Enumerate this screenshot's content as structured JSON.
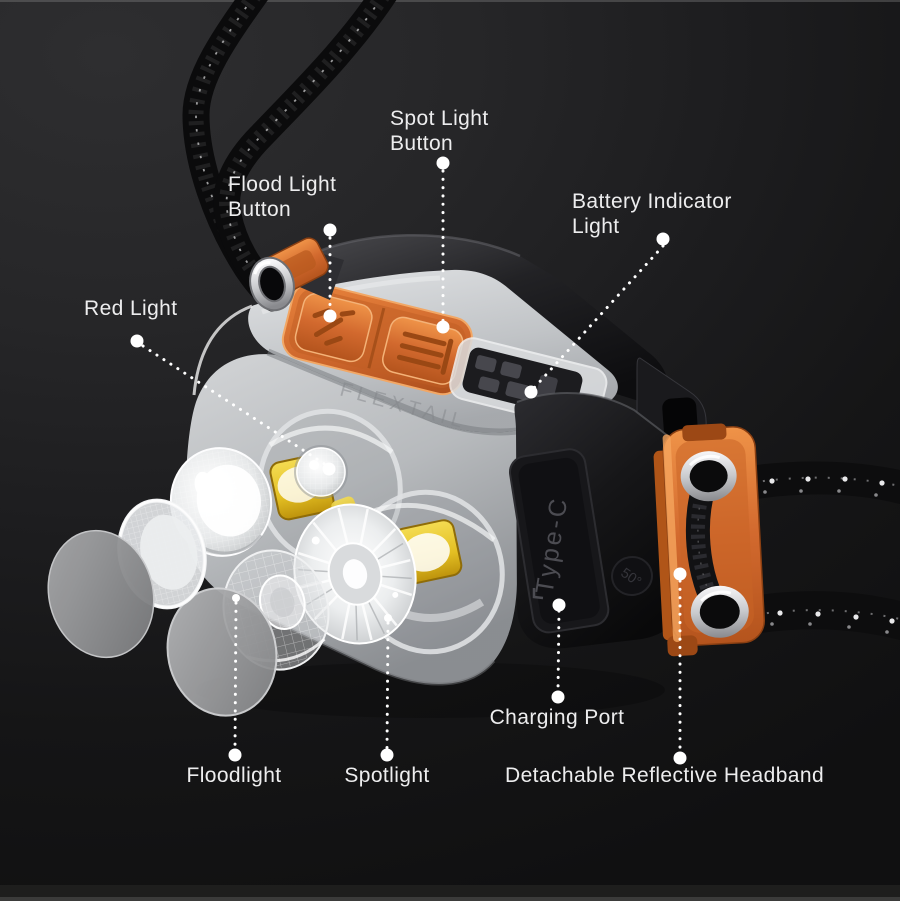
{
  "colors": {
    "background_top": "#2e2e30",
    "background_bottom": "#101011",
    "accent_orange": "#d2692e",
    "led_yellow": "#e7c832",
    "label_text": "#ededee",
    "leader_dot": "#ffffff"
  },
  "callouts": {
    "spot_light_button": {
      "lines": [
        "Spot Light",
        "Button"
      ]
    },
    "flood_light_button": {
      "lines": [
        "Flood Light",
        "Button"
      ]
    },
    "battery_indicator_light": {
      "lines": [
        "Battery Indicator",
        "Light"
      ]
    },
    "red_light": {
      "lines": [
        "Red Light"
      ]
    },
    "charging_port": {
      "lines": [
        "Charging Port"
      ]
    },
    "floodlight": {
      "lines": [
        "Floodlight"
      ]
    },
    "spotlight": {
      "lines": [
        "Spotlight"
      ]
    },
    "detachable_reflective_headband": {
      "lines": [
        "Detachable Reflective Headband"
      ]
    }
  },
  "product_markings": {
    "charging_flap_label": "Type-C",
    "tilt_badge": "50°",
    "brand_embossed": "FLEXTAIL"
  }
}
